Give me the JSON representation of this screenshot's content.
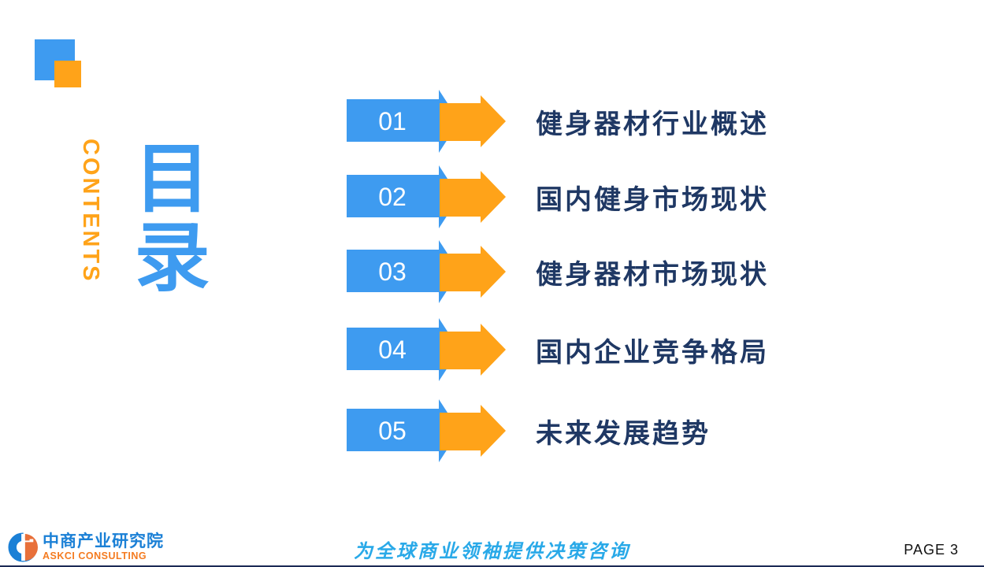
{
  "slide": {
    "header": {
      "title_cn": "目录",
      "title_en": "CONTENTS"
    },
    "toc": [
      {
        "number": "01",
        "label": "健身器材行业概述"
      },
      {
        "number": "02",
        "label": "国内健身市场现状"
      },
      {
        "number": "03",
        "label": "健身器材市场现状"
      },
      {
        "number": "04",
        "label": "国内企业竞争格局"
      },
      {
        "number": "05",
        "label": "未来发展趋势"
      }
    ],
    "footer": {
      "logo_cn": "中商产业研究院",
      "logo_en": "ASKCI CONSULTING",
      "slogan": "为全球商业领袖提供决策咨询",
      "page_label": "PAGE 3"
    },
    "colors": {
      "accent_blue": "#3e9bf0",
      "accent_orange": "#ffa319",
      "title_navy": "#1f3864",
      "slogan_blue": "#29a9e8",
      "logo_blue": "#1b80d6",
      "logo_orange": "#f47b20",
      "footer_line": "#1b2a55"
    }
  }
}
